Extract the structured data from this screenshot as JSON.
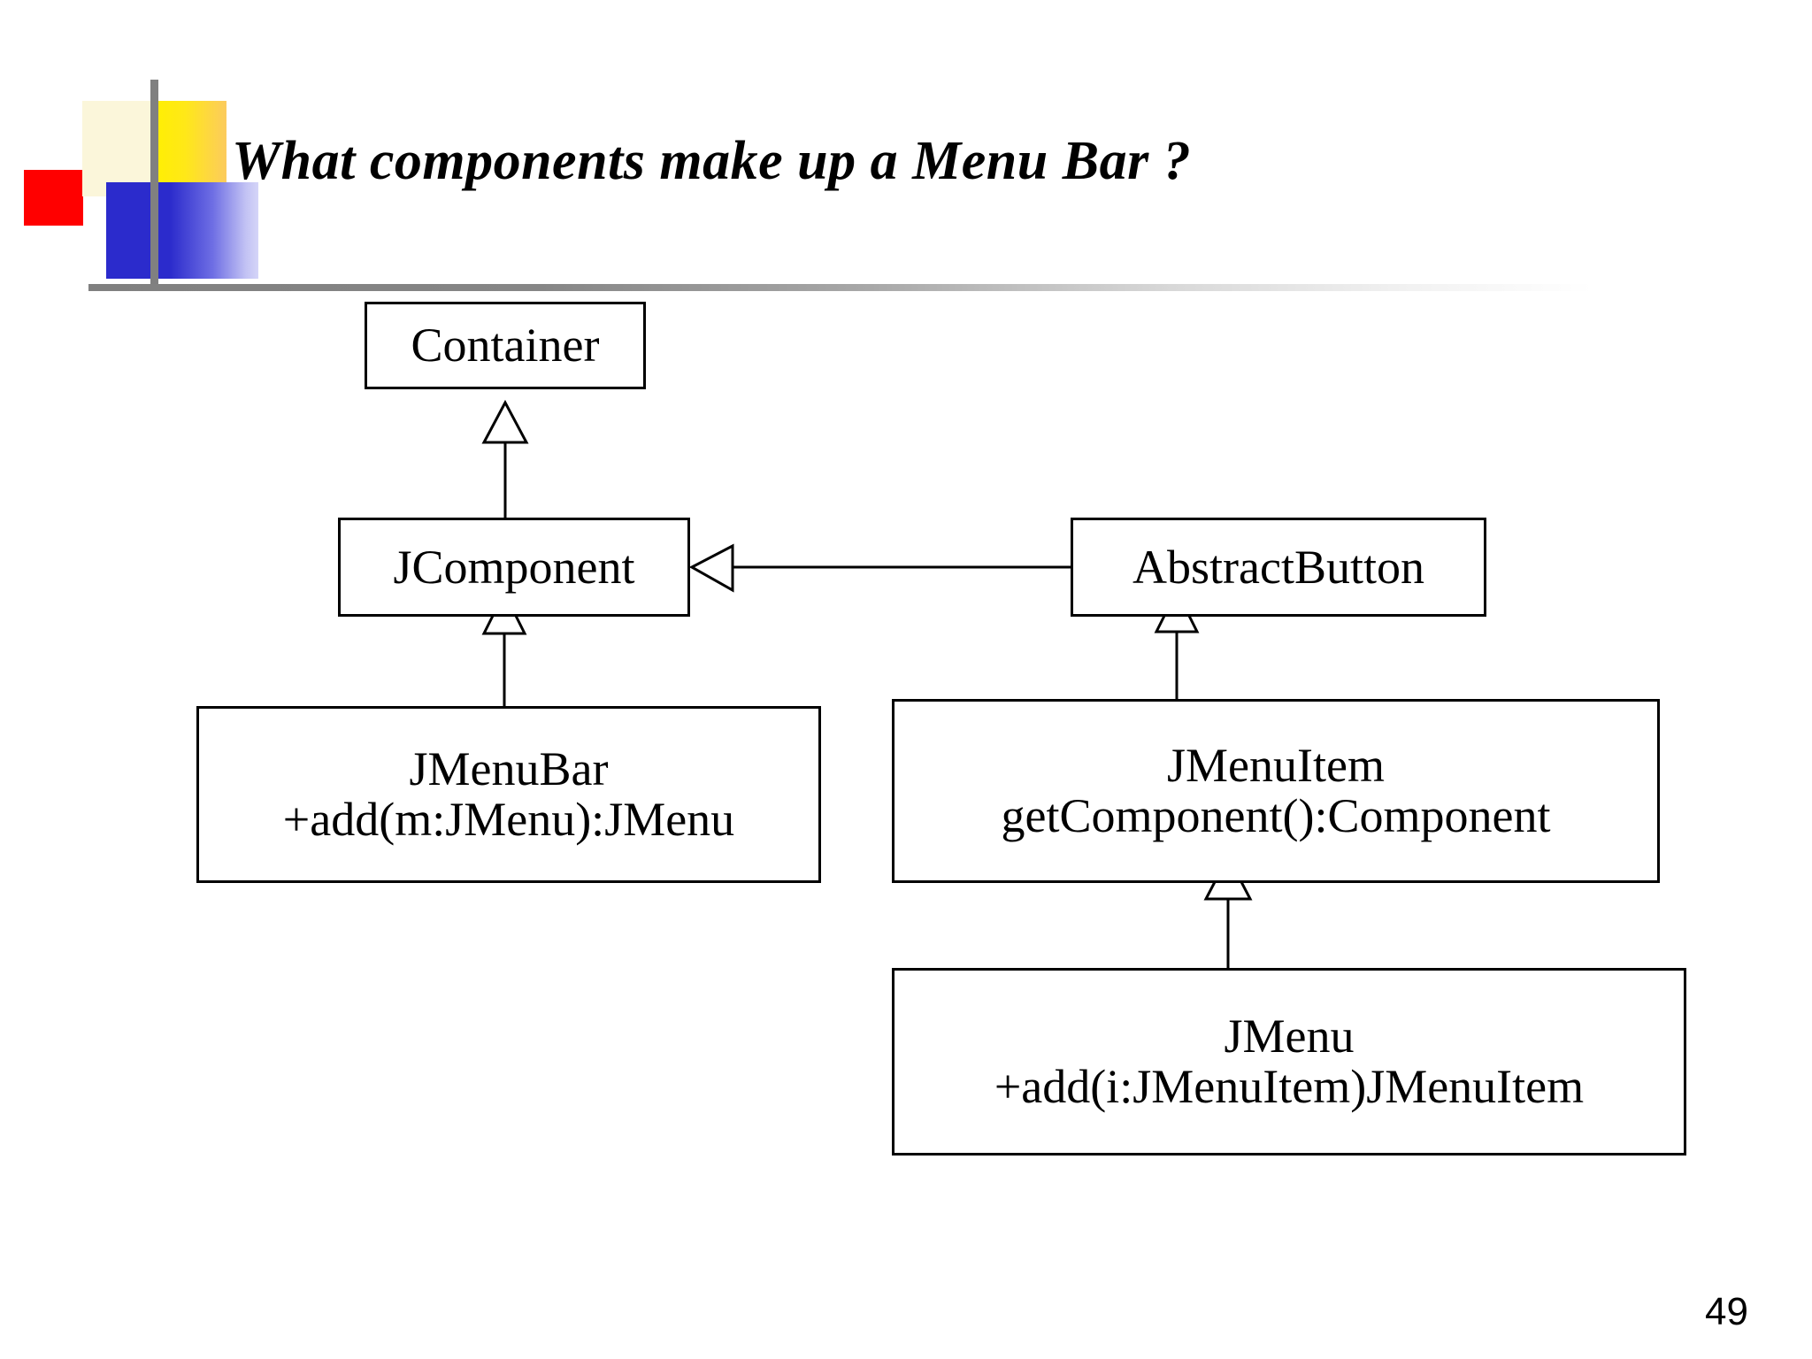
{
  "slide": {
    "title": "What components make up a Menu Bar ?",
    "page_number": "49",
    "background_color": "#FFFFFF"
  },
  "logo": {
    "name": "decorative-logo",
    "shapes": [
      {
        "name": "red-square",
        "color": "#FF0000"
      },
      {
        "name": "cream-square",
        "color": "#FBF6DA"
      },
      {
        "name": "yellow-gradient-square",
        "color": "#FFF000"
      },
      {
        "name": "blue-gradient-square",
        "color": "#2B2BCC"
      },
      {
        "name": "gray-vertical-line",
        "color": "#808080"
      }
    ],
    "rule_color": "#808080"
  },
  "chart_data": {
    "type": "diagram",
    "diagram_type": "uml-class-diagram",
    "title": "What components make up a Menu Bar ?",
    "nodes": [
      {
        "id": "container",
        "name": "Container",
        "operations": []
      },
      {
        "id": "jcomponent",
        "name": "JComponent",
        "operations": []
      },
      {
        "id": "abstractbutton",
        "name": "AbstractButton",
        "operations": []
      },
      {
        "id": "jmenubar",
        "name": "JMenuBar",
        "operations": [
          "+add(m:JMenu):JMenu"
        ]
      },
      {
        "id": "jmenuitem",
        "name": "JMenuItem",
        "operations": [
          "getComponent():Component"
        ]
      },
      {
        "id": "jmenu",
        "name": "JMenu",
        "operations": [
          "+add(i:JMenuItem)JMenuItem"
        ]
      }
    ],
    "edges": [
      {
        "from": "jcomponent",
        "to": "container",
        "type": "generalization"
      },
      {
        "from": "abstractbutton",
        "to": "jcomponent",
        "type": "generalization"
      },
      {
        "from": "jmenubar",
        "to": "jcomponent",
        "type": "generalization"
      },
      {
        "from": "jmenuitem",
        "to": "abstractbutton",
        "type": "generalization"
      },
      {
        "from": "jmenu",
        "to": "jmenuitem",
        "type": "generalization"
      }
    ],
    "line_color": "#000000",
    "box_fill": "#FFFFFF"
  },
  "boxes": {
    "container": {
      "name": "Container"
    },
    "jcomponent": {
      "name": "JComponent"
    },
    "abstractbutton": {
      "name": "AbstractButton"
    },
    "jmenubar": {
      "name": "JMenuBar",
      "ops": "+add(m:JMenu):JMenu"
    },
    "jmenuitem": {
      "name": "JMenuItem",
      "ops": "getComponent():Component"
    },
    "jmenu": {
      "name": "JMenu",
      "ops": "+add(i:JMenuItem)JMenuItem"
    }
  }
}
